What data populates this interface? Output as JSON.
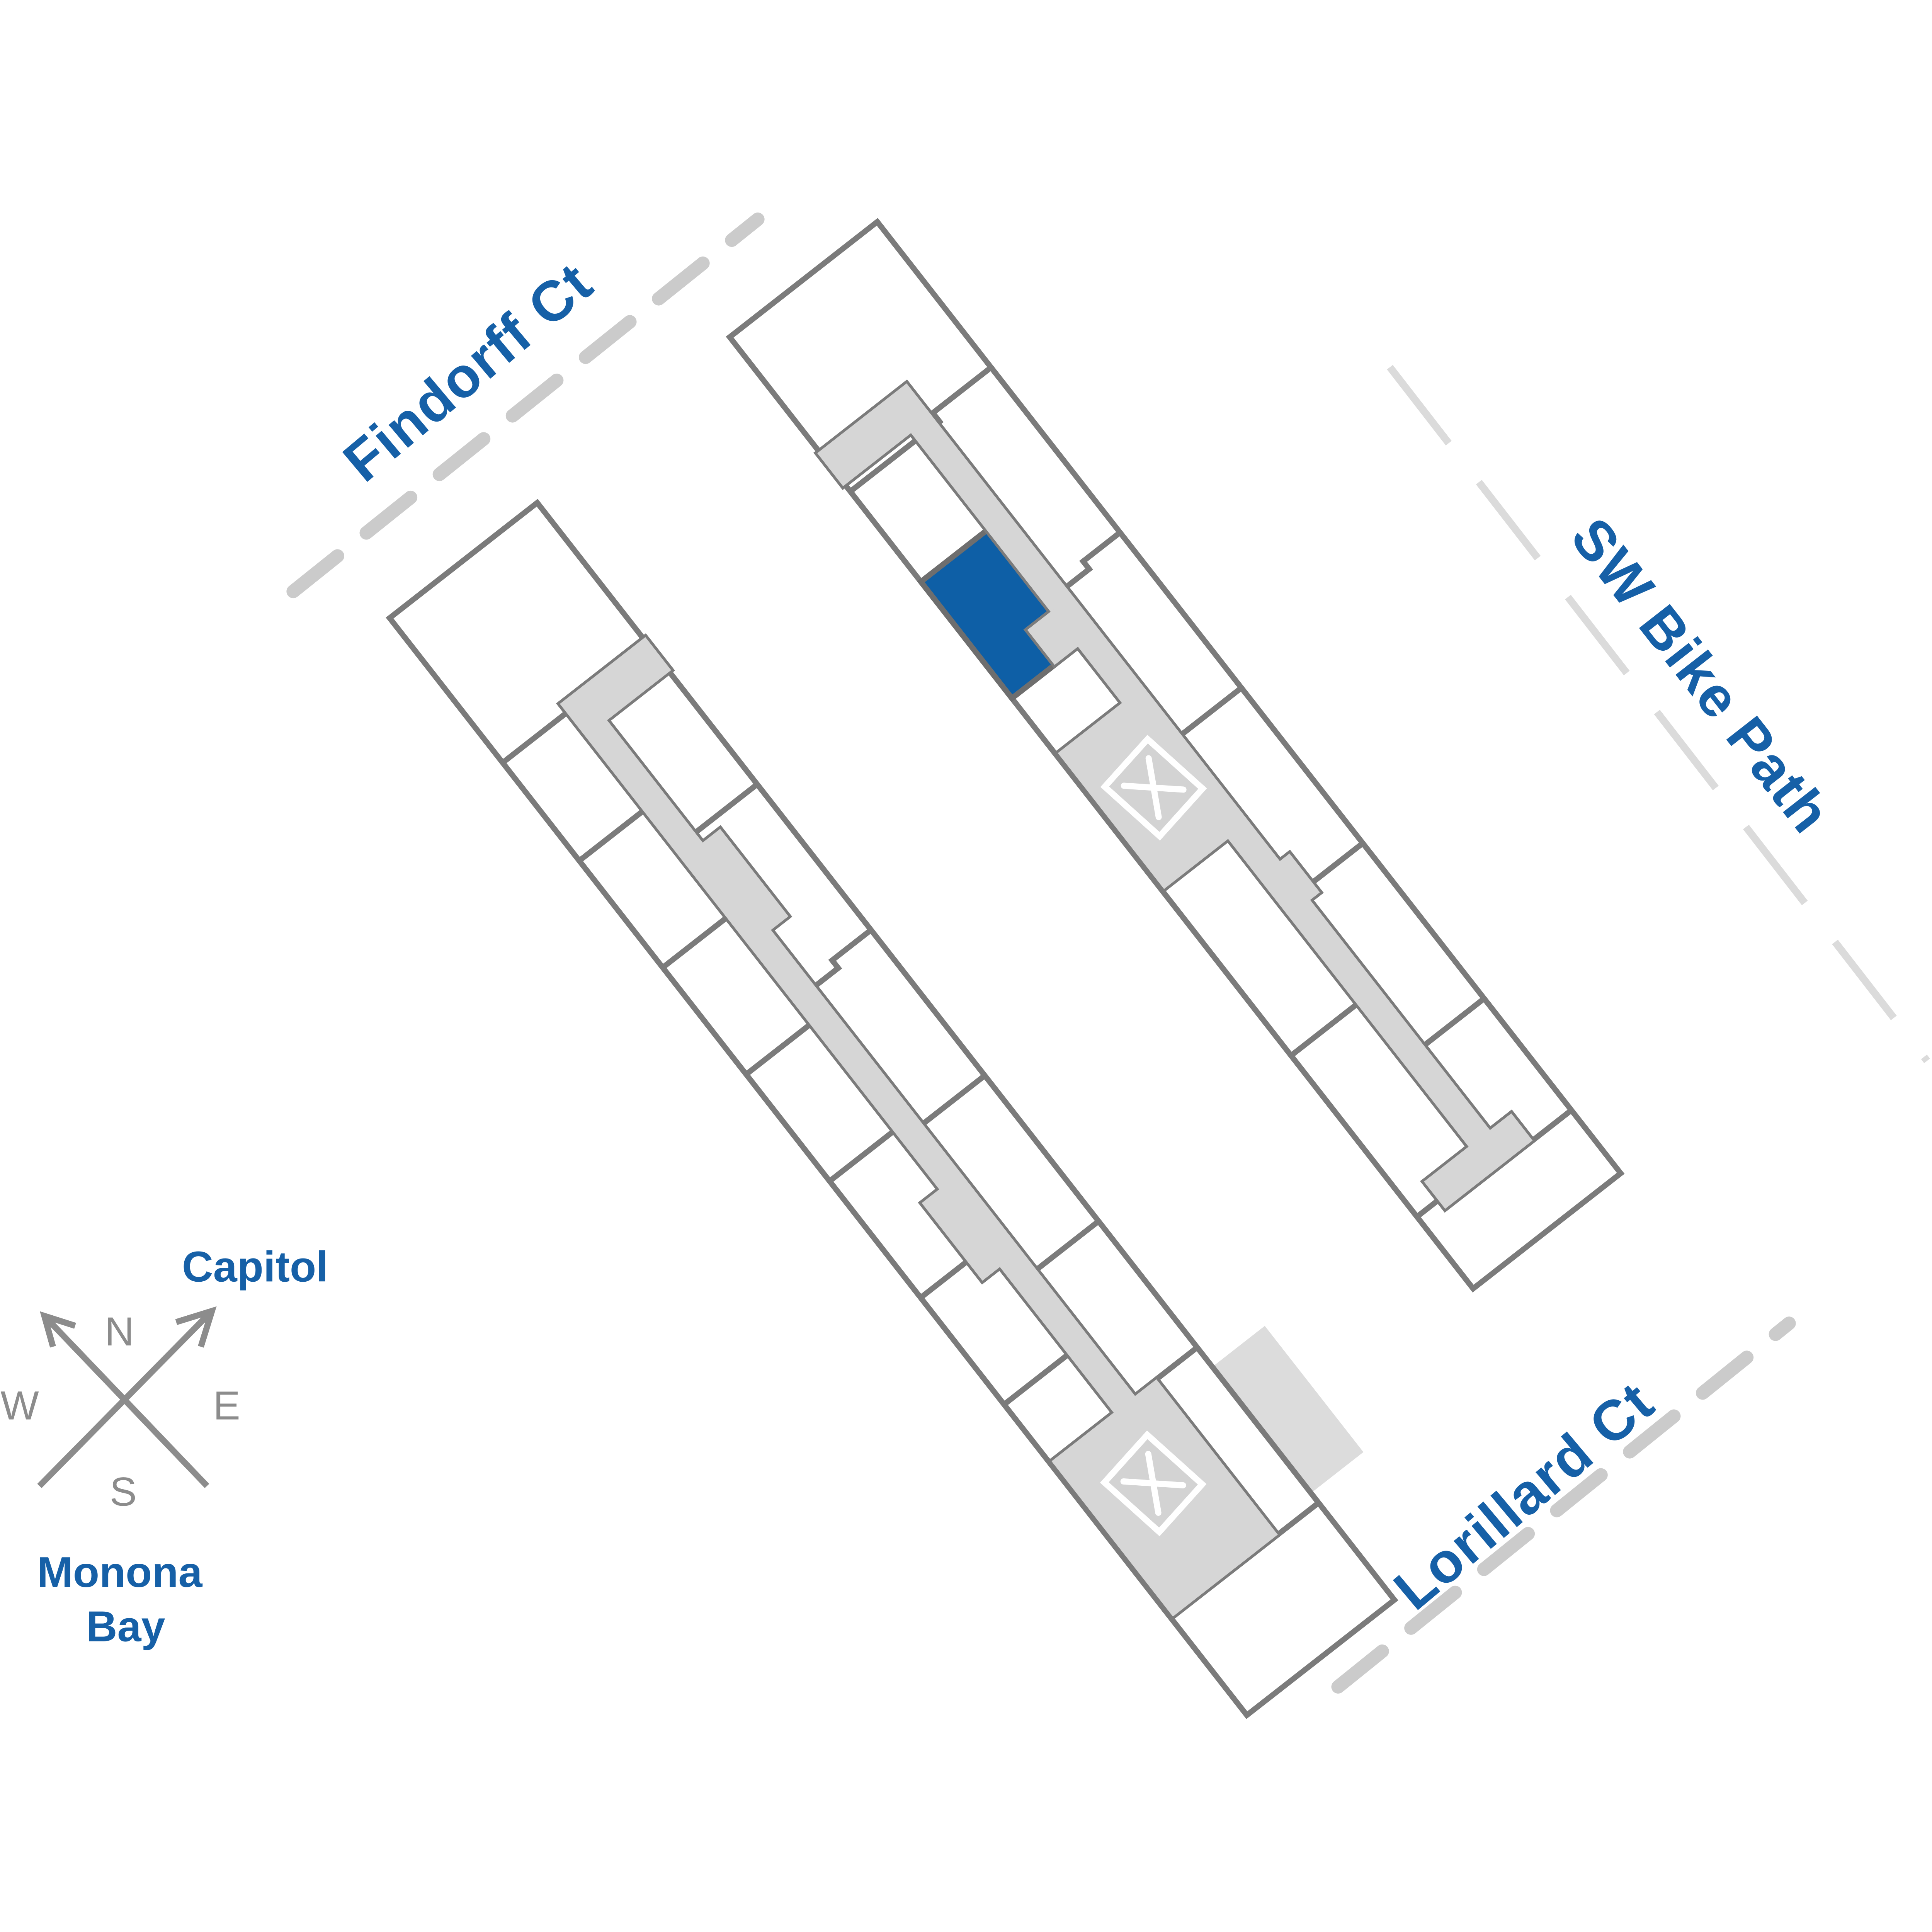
{
  "map_labels": {
    "findorff": "Findorff Ct",
    "bike_path": "SW Bike Path",
    "lorillard": "Lorillard Ct",
    "capitol": "Capitol",
    "monona_line1": "Monona",
    "monona_line2": "Bay",
    "compass": {
      "n": "N",
      "e": "E",
      "s": "S",
      "w": "W"
    }
  },
  "colors": {
    "highlight_unit": "#0e5fa6",
    "label_blue": "#1660a7",
    "wall_gray": "#7b7b7b",
    "corridor_gray": "#d6d6d6",
    "terrace_gray": "#dcdcdc",
    "street_dash_gray": "#cbcbcb",
    "bike_dash_gray": "#dbdbdb",
    "compass_gray": "#8c8c8c",
    "elevator_fill": "#d3d3d3"
  },
  "icons": {
    "elevator": "x-box",
    "compass": "crossed-arrows"
  }
}
